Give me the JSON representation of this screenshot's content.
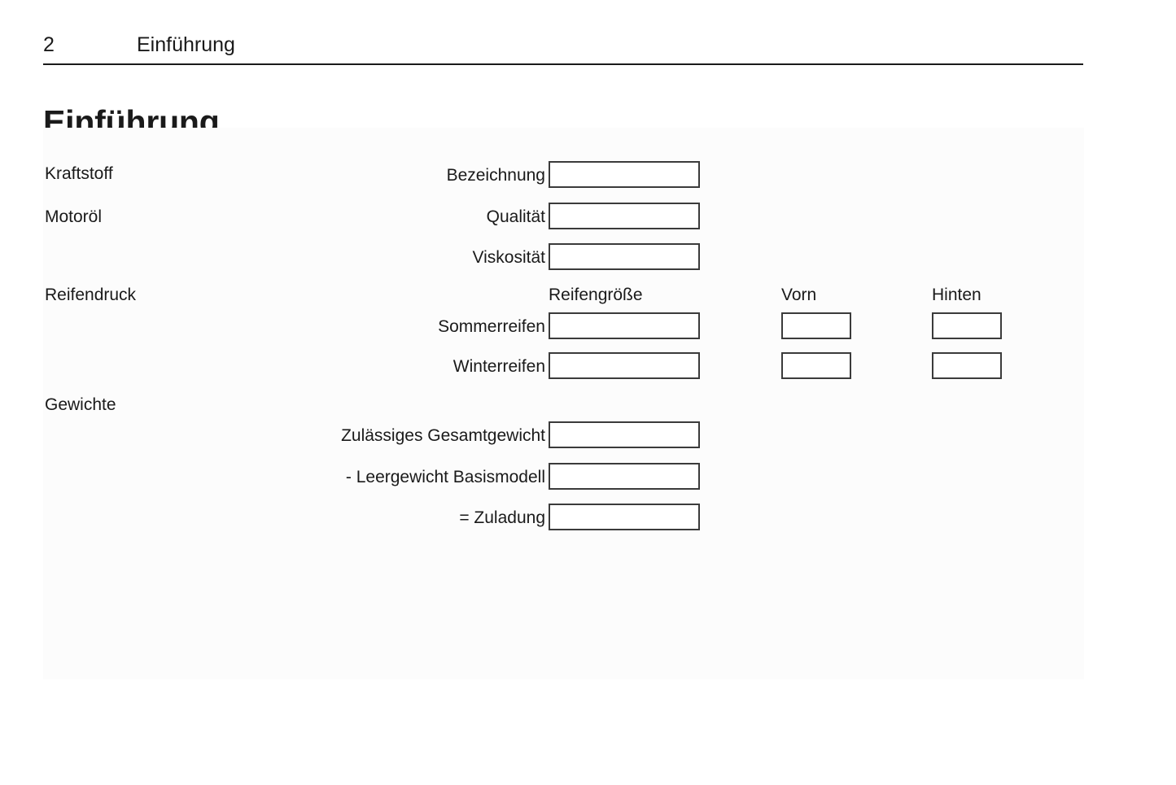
{
  "header": {
    "page_number": "2",
    "chapter": "Einführung"
  },
  "title": "Einführung",
  "sections": [
    {
      "label": "Kraftstoff"
    },
    {
      "label": "Motoröl"
    },
    {
      "label": "Reifendruck"
    },
    {
      "label": "Gewichte"
    }
  ],
  "column_headers": {
    "tire_size": "Reifengröße",
    "front": "Vorn",
    "rear": "Hinten"
  },
  "fields": [
    {
      "label": "Bezeichnung",
      "value": "",
      "placeholder": ""
    },
    {
      "label": "Qualität",
      "value": "",
      "placeholder": ""
    },
    {
      "label": "Viskosität",
      "value": "",
      "placeholder": ""
    },
    {
      "label": "Sommerreifen",
      "value": "",
      "placeholder": ""
    },
    {
      "label": "Winterreifen",
      "value": "",
      "placeholder": ""
    },
    {
      "label": "Zulässiges Gesamtgewicht",
      "value": "",
      "placeholder": ""
    },
    {
      "label": "- Leergewicht Basismodell",
      "value": "",
      "placeholder": ""
    },
    {
      "label": "= Zuladung",
      "value": "",
      "placeholder": ""
    }
  ],
  "pressure_cells": [
    {
      "row": "Sommerreifen",
      "front": "",
      "rear": ""
    },
    {
      "row": "Winterreifen",
      "front": "",
      "rear": ""
    }
  ],
  "colors": {
    "text": "#1a1a1a",
    "rule": "#1a1a1a",
    "box_border": "#3b3b3b",
    "panel_background": "#fcfcfc",
    "page_background": "#ffffff"
  }
}
